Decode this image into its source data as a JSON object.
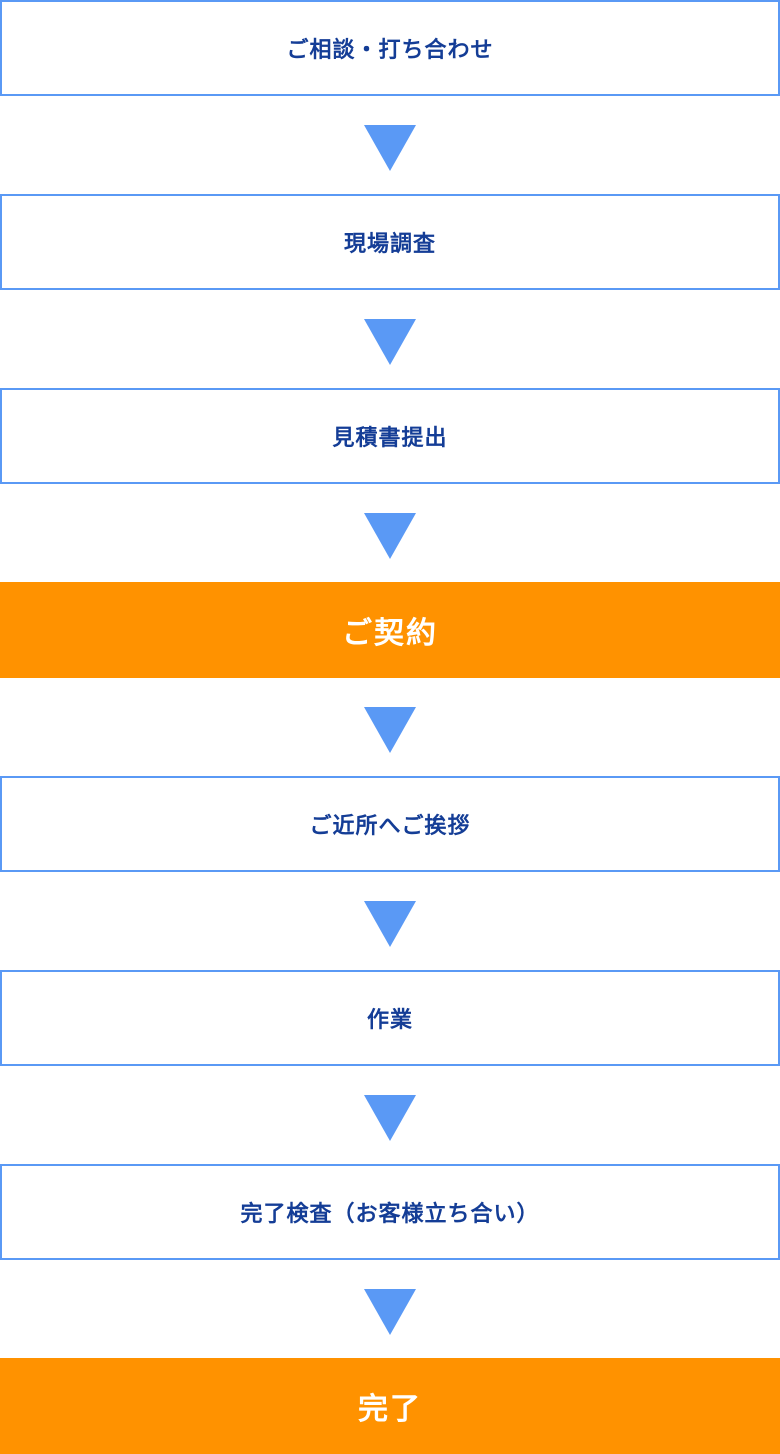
{
  "colors": {
    "step_border": "#5a99f5",
    "step_text": "#143d96",
    "highlight_fill": "#ff9200",
    "highlight_text": "#ffffff",
    "arrow": "#5a99f5"
  },
  "steps": [
    {
      "label": "ご相談・打ち合わせ",
      "highlight": false
    },
    {
      "label": "現場調査",
      "highlight": false
    },
    {
      "label": "見積書提出",
      "highlight": false
    },
    {
      "label": "ご契約",
      "highlight": true
    },
    {
      "label": "ご近所へご挨拶",
      "highlight": false
    },
    {
      "label": "作業",
      "highlight": false
    },
    {
      "label": "完了検査（お客様立ち合い）",
      "highlight": false
    },
    {
      "label": "完了",
      "highlight": true
    }
  ],
  "connector_icon": "down-triangle-icon"
}
